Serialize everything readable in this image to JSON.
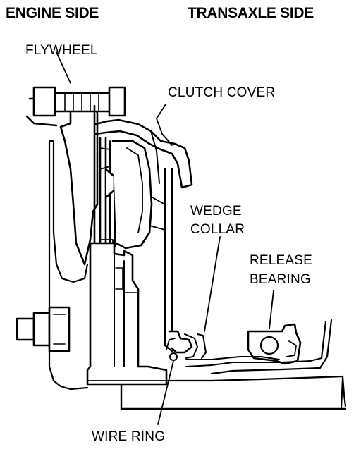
{
  "headers": {
    "engine_side": "ENGINE SIDE",
    "transaxle_side": "TRANSAXLE SIDE"
  },
  "labels": {
    "flywheel": "FLYWHEEL",
    "clutch_cover": "CLUTCH COVER",
    "wedge_collar_line1": "WEDGE",
    "wedge_collar_line2": "COLLAR",
    "release_bearing_line1": "RELEASE",
    "release_bearing_line2": "BEARING",
    "wire_ring": "WIRE RING"
  },
  "colors": {
    "ink": "#000000",
    "paper": "#ffffff"
  }
}
